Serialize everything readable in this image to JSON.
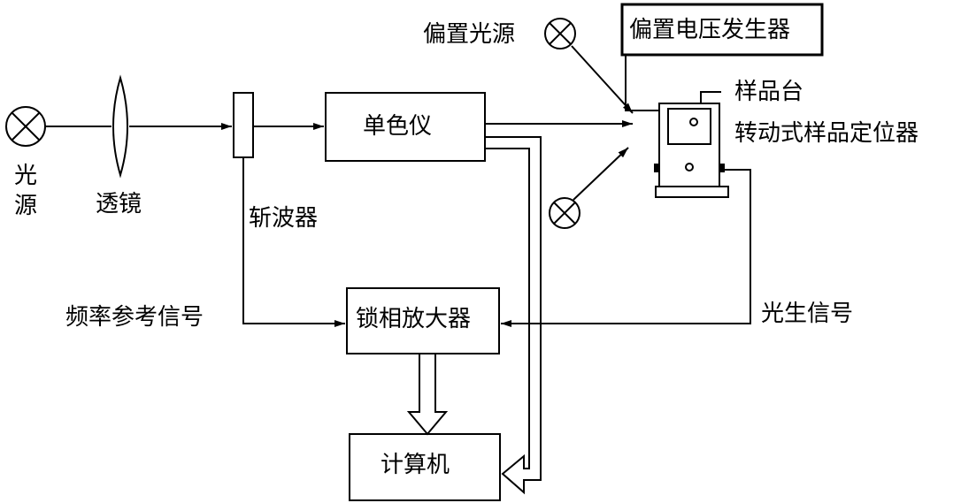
{
  "labels": {
    "light_source": "光源",
    "lens": "透镜",
    "chopper": "斩波器",
    "monochromator": "单色仪",
    "bias_light": "偏置光源",
    "bias_voltage": "偏置电压发生器",
    "sample_stage": "样品台",
    "rotary_positioner": "转动式样品定位器",
    "freq_ref": "频率参考信号",
    "lockin": "锁相放大器",
    "photo_signal": "光生信号",
    "computer": "计算机"
  }
}
